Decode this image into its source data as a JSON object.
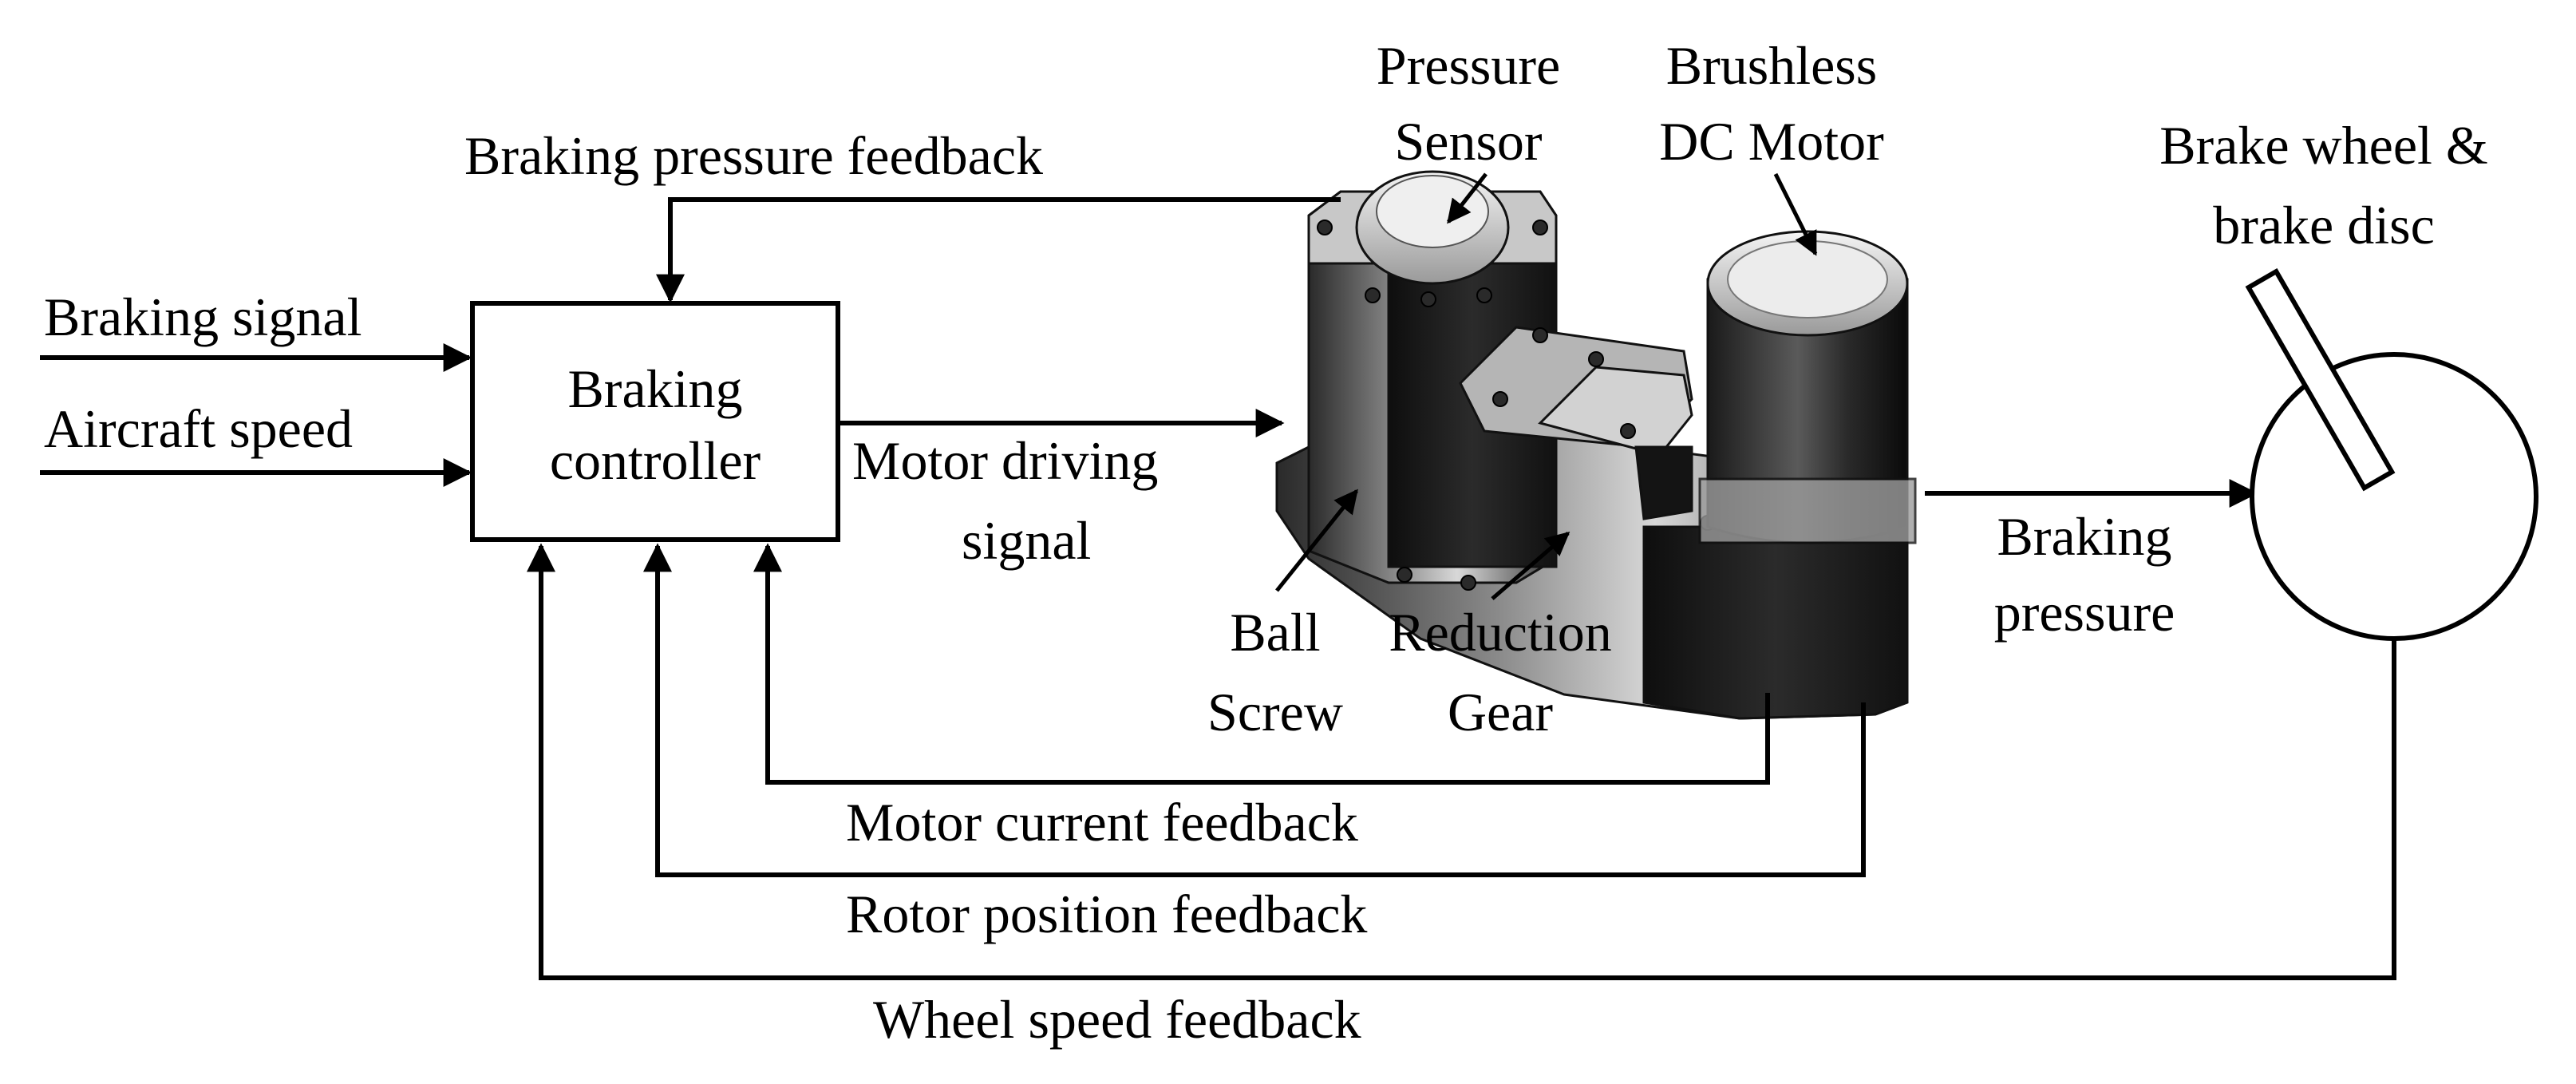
{
  "labels": {
    "braking_pressure_feedback": "Braking pressure feedback",
    "braking_signal": "Braking signal",
    "aircraft_speed": "Aircraft speed",
    "controller_line1": "Braking",
    "controller_line2": "controller",
    "motor_driving_line1": "Motor driving",
    "motor_driving_line2": "signal",
    "pressure_sensor_line1": "Pressure",
    "pressure_sensor_line2": "Sensor",
    "bldc_line1": "Brushless",
    "bldc_line2": "DC Motor",
    "brake_wheel_line1": "Brake wheel &",
    "brake_wheel_line2": "brake disc",
    "braking_pressure_line1": "Braking",
    "braking_pressure_line2": "pressure",
    "ball_screw_line1": "Ball",
    "ball_screw_line2": "Screw",
    "reduction_gear_line1": "Reduction",
    "reduction_gear_line2": "Gear",
    "motor_current_feedback": "Motor current feedback",
    "rotor_position_feedback": "Rotor position feedback",
    "wheel_speed_feedback": "Wheel speed feedback"
  },
  "colors": {
    "line": "#000000",
    "actuator_dark": "#1b1b1b",
    "actuator_mid": "#6e6e6e",
    "actuator_light": "#cfcfcf"
  }
}
